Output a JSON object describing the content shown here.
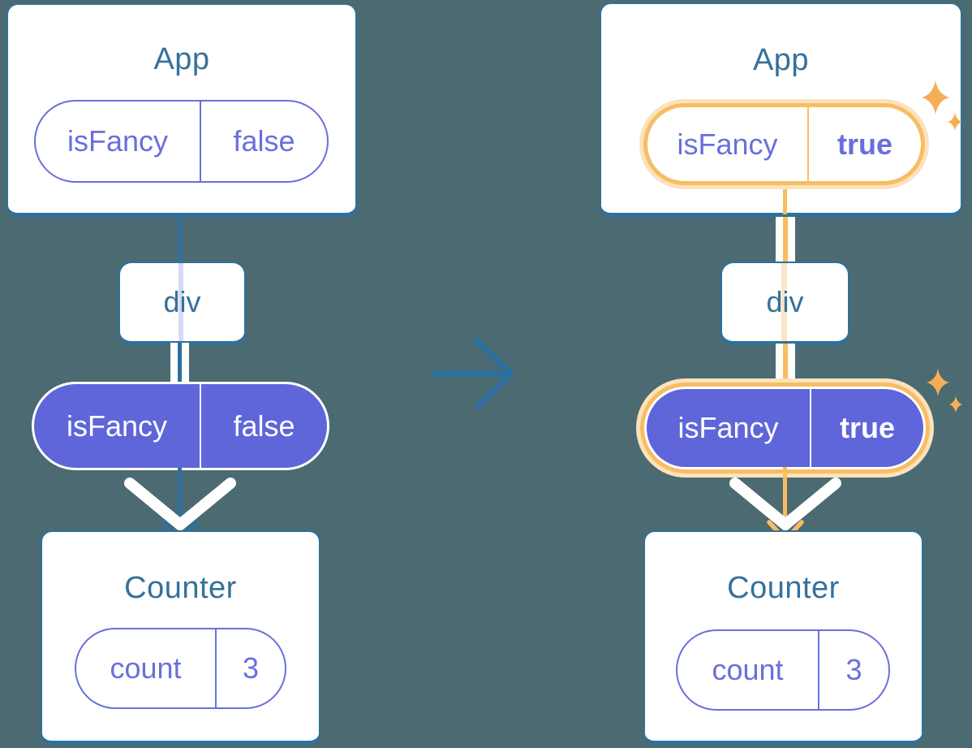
{
  "colors": {
    "background": "#4C6A72",
    "card-bg": "#FFFFFF",
    "card-border": "#2E719C",
    "title": "#35719B",
    "purple": "#6A6FDC",
    "purple-fill": "#5E66DA",
    "lavender": "#D5DBF3",
    "line-blue": "#2E719C",
    "arrow-blue": "#2D6F9E",
    "orange": "#F8BD62",
    "orange-pale": "#FAE3BD",
    "orange-faint": "#FAE5C7",
    "sparkle": "#F4AF55"
  },
  "left_tree": {
    "app": {
      "title": "App",
      "prop": {
        "name": "isFancy",
        "value": "false"
      }
    },
    "div": {
      "title": "div"
    },
    "prop_pill": {
      "name": "isFancy",
      "value": "false"
    },
    "counter": {
      "title": "Counter",
      "state": {
        "name": "count",
        "value": "3"
      }
    }
  },
  "right_tree": {
    "app": {
      "title": "App",
      "prop": {
        "name": "isFancy",
        "value": "true"
      }
    },
    "div": {
      "title": "div"
    },
    "prop_pill": {
      "name": "isFancy",
      "value": "true"
    },
    "counter": {
      "title": "Counter",
      "state": {
        "name": "count",
        "value": "3"
      }
    }
  }
}
